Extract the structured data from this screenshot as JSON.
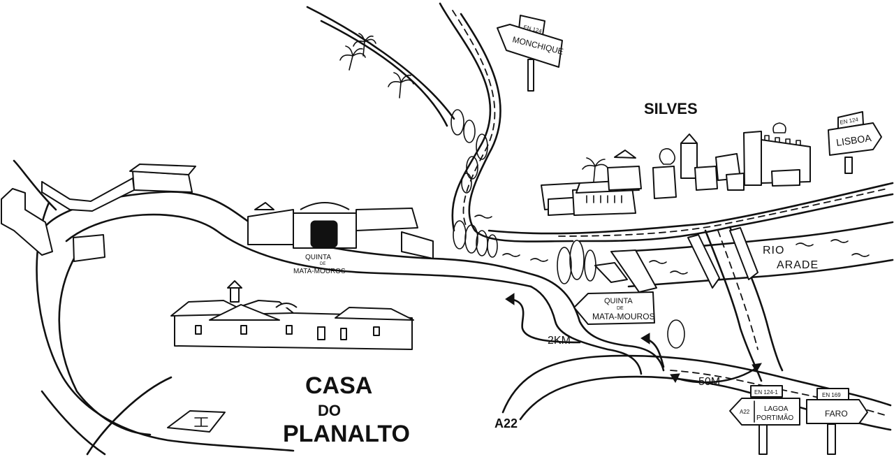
{
  "title": {
    "line1": "CASA",
    "line2": "DO",
    "line3": "PLANALTO"
  },
  "places": {
    "silves": "SILVES",
    "river_line1": "RIO",
    "river_line2": "ARADE",
    "motorway": "A22"
  },
  "quinta_label": {
    "line1": "QUINTA",
    "line2": "DE",
    "line3": "MATA-MOUROS"
  },
  "quinta_sign": {
    "line1": "QUINTA",
    "line2": "DE",
    "line3": "MATA-MOUROS"
  },
  "distances": {
    "far": "2KM",
    "near": "50M"
  },
  "signs": {
    "monchique": {
      "road": "EN 124",
      "dest": "MONCHIQUE"
    },
    "lisboa": {
      "road": "EN 124",
      "dest": "LISBOA"
    },
    "lagoa": {
      "road": "EN 124-1",
      "motorway": "A22",
      "dest1": "LAGOA",
      "dest2": "PORTIMÃO"
    },
    "faro": {
      "road": "EN 169",
      "dest": "FARO"
    }
  },
  "icons": [
    "helipad-icon",
    "palm-tree-icon",
    "tree-icon",
    "castle-icon",
    "bridge-icon",
    "direction-arrow-icon"
  ],
  "colors": {
    "ink": "#111111",
    "paper": "#ffffff"
  }
}
